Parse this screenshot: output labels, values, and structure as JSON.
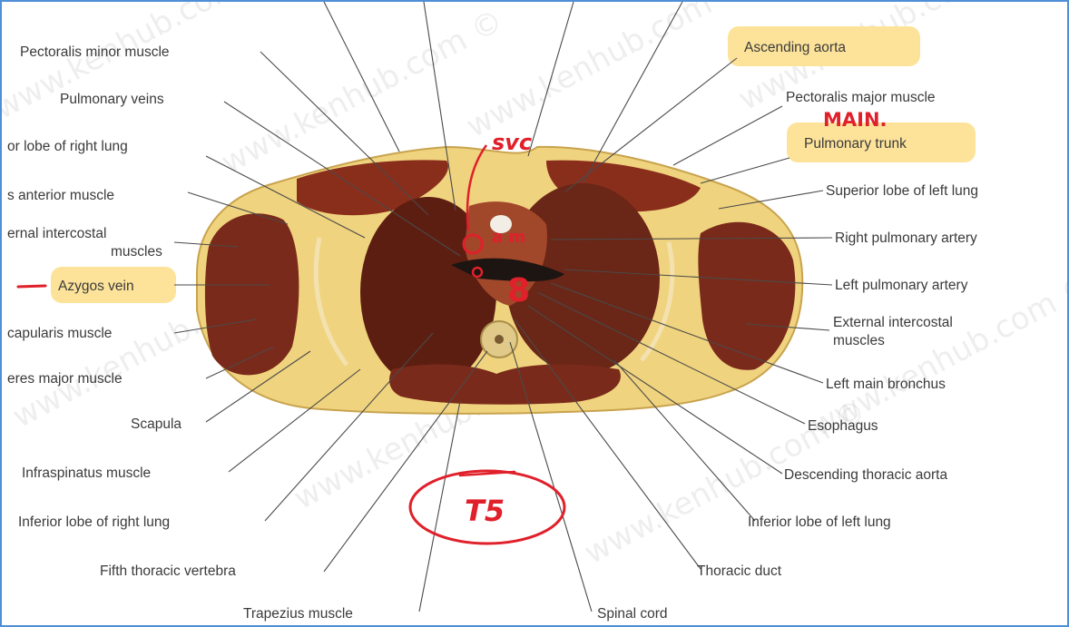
{
  "labels_left": [
    "Pectoralis minor muscle",
    "Pulmonary veins",
    "or lobe of right lung",
    "s anterior muscle",
    "ernal intercostal",
    "muscles",
    "Azygos vein",
    "capularis muscle",
    "eres major muscle",
    "Scapula",
    "Infraspinatus muscle",
    "Inferior lobe of right lung",
    "Fifth thoracic vertebra",
    "Trapezius muscle"
  ],
  "labels_right": [
    "Ascending aorta",
    "Pectoralis major muscle",
    "Pulmonary trunk",
    "Superior lobe of left lung",
    "Right pulmonary artery",
    "Left pulmonary artery",
    "External intercostal",
    "muscles",
    "Left main bronchus",
    "Esophagus",
    "Descending thoracic aorta",
    "Inferior lobe of left lung",
    "Thoracic duct",
    "Spinal cord"
  ],
  "annotations": {
    "svc": "svc",
    "main": "MAIN.",
    "am": "a m",
    "eight": "8",
    "t5": "T5"
  },
  "watermark": "www.kenhub.com ©",
  "colors": {
    "frame": "#4f8fd8",
    "highlight": "#fde39a",
    "annotation": "#e0202a",
    "muscle": "#7a2a1a",
    "fat": "#f0d37e"
  }
}
